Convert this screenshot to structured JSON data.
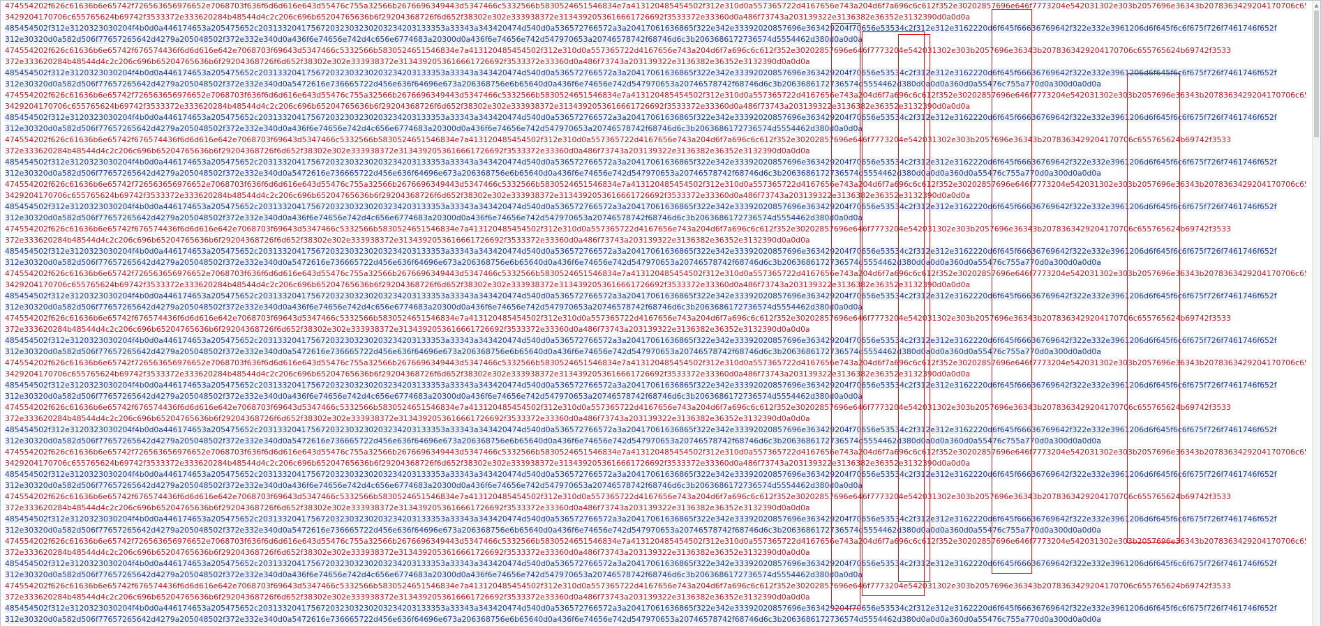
{
  "lines": [
    {
      "color": "red",
      "text": "474554202f626c61636b6e65742f726563656976652e7068703f636f6d6d616e643d55476c755a32566b2676696349443d5347466c5332566b5830524651546834e7a413120485454502f312e310d0a557365722d4167656e743a204d6f7a696c6c612f352e30202857696e646f7773204e542031302e303b2057696e36343b2078363429204170706c655765624b69742f3533"
    },
    {
      "color": "red",
      "text": "3429204170706c655765624b69742f3533372e333620284b48544d4c2c206c696b65204765636b6f29204368726f6d652f38302e302e333938372e3134392053616661726692f3533372e33360d0a486f73743a203139322e3136382e36352e3132390d0a0d0a"
    },
    {
      "color": "blue",
      "text": "485454502f312e3120323030204f4b0d0a446174653a205475652c203133204175672032303230203234203133353a33343a343420474d540d0a536572766572a3a20417061636865f322e342e33392020857696e363429204f70656e53534c2f312e312e3162220d6f645f66636769642f322e332e3961206d6f645f6c6f675f726f7461746f652f"
    },
    {
      "color": "blue",
      "text": "312e30320d0a582d506f77657265642d4279a205048502f372e332e340d0a436f6e74656e742d4c656e6774683a20300d0a436f6e74656e742d547970653a20746578742f68746d6c3b2063686172736574d5554462d380d0a0d0a"
    },
    {
      "color": "red",
      "text": "474554202f626c61636b6e65742f676574436f6d6d616e642e7068703f69643d5347466c5332566b5830524651546834e7a413120485454502f312e310d0a557365722d4167656e743a204d6f7a696c6c612f352e30202857696e646f7773204e542031302e303b2057696e36343b2078363429204170706c655765624b69742f3533"
    },
    {
      "color": "red",
      "text": "372e333620284b48544d4c2c206c696b65204765636b6f29204368726f6d652f38302e302e333938372e3134392053616661726692f3533372e33360d0a486f73743a203139322e3136382e36352e3132390d0a0d0a"
    },
    {
      "color": "blue",
      "text": "485454502f312e3120323030204f4b0d0a446174653a205475652c203133204175672032303230203234203133353a33343a343420474d540d0a536572766572a3a20417061636865f322e342e33392020857696e363429204f70656e53534c2f312e312e3162220d6f645f66636769642f322e332e3961206d6f645f6c6f675f726f7461746f652f"
    },
    {
      "color": "blue",
      "text": "312e30320d0a582d506f77657265642d4279a205048502f372e332e340d0a5472616e736665722d456e636f64696e673a206368756e6b65640d0a436f6e74656e742d547970653a20746578742f68746d6c3b2063686172736574d5554462d380d0a0d0a360d0a55476c755a770d0a300d0a0d0a"
    },
    {
      "color": "red",
      "text": "474554202f626c61636b6e65742f726563656976652e7068703f636f6d6d616e643d55476c755a32566b2676696349443d5347466c5332566b5830524651546834e7a413120485454502f312e310d0a557365722d4167656e743a204d6f7a696c6c612f352e30202857696e646f7773204e542031302e303b2057696e36343b2078363429204170706c655765624b69742f3533"
    },
    {
      "color": "red",
      "text": "3429204170706c655765624b69742f3533372e333620284b48544d4c2c206c696b65204765636b6f29204368726f6d652f38302e302e333938372e3134392053616661726692f3533372e33360d0a486f73743a203139322e3136382e36352e3132390d0a0d0a"
    },
    {
      "color": "blue",
      "text": "485454502f312e3120323030204f4b0d0a446174653a205475652c203133204175672032303230203234203133353a33343a343420474d540d0a536572766572a3a20417061636865f322e342e33392020857696e363429204f70656e53534c2f312e312e3162220d6f645f66636769642f322e332e3961206d6f645f6c6f675f726f7461746f652f"
    },
    {
      "color": "blue",
      "text": "312e30320d0a582d506f77657265642d4279a205048502f372e332e340d0a436f6e74656e742d4c656e6774683a20300d0a436f6e74656e742d547970653a20746578742f68746d6c3b2063686172736574d5554462d380d0a0d0a"
    },
    {
      "color": "red",
      "text": "474554202f626c61636b6e65742f676574436f6d6d616e642e7068703f69643d5347466c5332566b5830524651546834e7a413120485454502f312e310d0a557365722d4167656e743a204d6f7a696c6c612f352e30202857696e646f7773204e542031302e303b2057696e36343b2078363429204170706c655765624b69742f3533"
    },
    {
      "color": "red",
      "text": "372e333620284b48544d4c2c206c696b65204765636b6f29204368726f6d652f38302e302e333938372e3134392053616661726692f3533372e33360d0a486f73743a203139322e3136382e36352e3132390d0a0d0a"
    },
    {
      "color": "blue",
      "text": "485454502f312e3120323030204f4b0d0a446174653a205475652c203133204175672032303230203234203133353a33343a343420474d540d0a536572766572a3a20417061636865f322e342e33392020857696e363429204f70656e53534c2f312e312e3162220d6f645f66636769642f322e332e3961206d6f645f6c6f675f726f7461746f652f"
    },
    {
      "color": "blue",
      "text": "312e30320d0a582d506f77657265642d4279a205048502f372e332e340d0a5472616e736665722d456e636f64696e673a206368756e6b65640d0a436f6e74656e742d547970653a20746578742f68746d6c3b2063686172736574d5554462d380d0a0d0a360d0a55476c755a770d0a300d0a0d0a"
    },
    {
      "color": "red",
      "text": "474554202f626c61636b6e65742f726563656976652e7068703f636f6d6d616e643d55476c755a32566b2676696349443d5347466c5332566b5830524651546834e7a413120485454502f312e310d0a557365722d4167656e743a204d6f7a696c6c612f352e30202857696e646f7773204e542031302e303b2057696e36343b2078363429204170706c655765624b69742f3533"
    },
    {
      "color": "red",
      "text": "3429204170706c655765624b69742f3533372e333620284b48544d4c2c206c696b65204765636b6f29204368726f6d652f38302e302e333938372e3134392053616661726692f3533372e33360d0a486f73743a203139322e3136382e36352e3132390d0a0d0a"
    },
    {
      "color": "blue",
      "text": "485454502f312e3120323030204f4b0d0a446174653a205475652c203133204175672032303230203234203133353a33343a343420474d540d0a536572766572a3a20417061636865f322e342e33392020857696e363429204f70656e53534c2f312e312e3162220d6f645f66636769642f322e332e3961206d6f645f6c6f675f726f7461746f652f"
    },
    {
      "color": "blue",
      "text": "312e30320d0a582d506f77657265642d4279a205048502f372e332e340d0a436f6e74656e742d4c656e6774683a20300d0a436f6e74656e742d547970653a20746578742f68746d6c3b2063686172736574d5554462d380d0a0d0a"
    },
    {
      "color": "red",
      "text": "474554202f626c61636b6e65742f676574436f6d6d616e642e7068703f69643d5347466c5332566b5830524651546834e7a413120485454502f312e310d0a557365722d4167656e743a204d6f7a696c6c612f352e30202857696e646f7773204e542031302e303b2057696e36343b2078363429204170706c655765624b69742f3533"
    },
    {
      "color": "red",
      "text": "372e333620284b48544d4c2c206c696b65204765636b6f29204368726f6d652f38302e302e333938372e3134392053616661726692f3533372e33360d0a486f73743a203139322e3136382e36352e3132390d0a0d0a"
    },
    {
      "color": "blue",
      "text": "485454502f312e3120323030204f4b0d0a446174653a205475652c203133204175672032303230203234203133353a33343a343420474d540d0a536572766572a3a20417061636865f322e342e33392020857696e363429204f70656e53534c2f312e312e3162220d6f645f66636769642f322e332e3961206d6f645f6c6f675f726f7461746f652f"
    },
    {
      "color": "blue",
      "text": "312e30320d0a582d506f77657265642d4279a205048502f372e332e340d0a5472616e736665722d456e636f64696e673a206368756e6b65640d0a436f6e74656e742d547970653a20746578742f68746d6c3b2063686172736574d5554462d380d0a0d0a360d0a55476c755a770d0a300d0a0d0a"
    },
    {
      "color": "red",
      "text": "474554202f626c61636b6e65742f726563656976652e7068703f636f6d6d616e643d55476c755a32566b2676696349443d5347466c5332566b5830524651546834e7a413120485454502f312e310d0a557365722d4167656e743a204d6f7a696c6c612f352e30202857696e646f7773204e542031302e303b2057696e36343b2078363429204170706c655765624b69742f3533"
    },
    {
      "color": "red",
      "text": "3429204170706c655765624b69742f3533372e333620284b48544d4c2c206c696b65204765636b6f29204368726f6d652f38302e302e333938372e3134392053616661726692f3533372e33360d0a486f73743a203139322e3136382e36352e3132390d0a0d0a"
    },
    {
      "color": "blue",
      "text": "485454502f312e3120323030204f4b0d0a446174653a205475652c203133204175672032303230203234203133353a33343a343420474d540d0a536572766572a3a20417061636865f322e342e33392020857696e363429204f70656e53534c2f312e312e3162220d6f645f66636769642f322e332e3961206d6f645f6c6f675f726f7461746f652f"
    },
    {
      "color": "blue",
      "text": "312e30320d0a582d506f77657265642d4279a205048502f372e332e340d0a436f6e74656e742d4c656e6774683a20300d0a436f6e74656e742d547970653a20746578742f68746d6c3b2063686172736574d5554462d380d0a0d0a"
    },
    {
      "color": "red",
      "text": "474554202f626c61636b6e65742f676574436f6d6d616e642e7068703f69643d5347466c5332566b5830524651546834e7a413120485454502f312e310d0a557365722d4167656e743a204d6f7a696c6c612f352e30202857696e646f7773204e542031302e303b2057696e36343b2078363429204170706c655765624b69742f3533"
    },
    {
      "color": "red",
      "text": "372e333620284b48544d4c2c206c696b65204765636b6f29204368726f6d652f38302e302e333938372e3134392053616661726692f3533372e33360d0a486f73743a203139322e3136382e36352e3132390d0a0d0a"
    },
    {
      "color": "blue",
      "text": "485454502f312e3120323030204f4b0d0a446174653a205475652c203133204175672032303230203234203133353a33343a343420474d540d0a536572766572a3a20417061636865f322e342e33392020857696e363429204f70656e53534c2f312e312e3162220d6f645f66636769642f322e332e3961206d6f645f6c6f675f726f7461746f652f"
    },
    {
      "color": "blue",
      "text": "312e30320d0a582d506f77657265642d4279a205048502f372e332e340d0a5472616e736665722d456e636f64696e673a206368756e6b65640d0a436f6e74656e742d547970653a20746578742f68746d6c3b2063686172736574d5554462d380d0a0d0a360d0a55476c755a770d0a300d0a0d0a"
    },
    {
      "color": "red",
      "text": "474554202f626c61636b6e65742f726563656976652e7068703f636f6d6d616e643d55476c755a32566b2676696349443d5347466c5332566b5830524651546834e7a413120485454502f312e310d0a557365722d4167656e743a204d6f7a696c6c612f352e30202857696e646f7773204e542031302e303b2057696e36343b2078363429204170706c655765624b69742f3533"
    },
    {
      "color": "red",
      "text": "3429204170706c655765624b69742f3533372e333620284b48544d4c2c206c696b65204765636b6f29204368726f6d652f38302e302e333938372e3134392053616661726692f3533372e33360d0a486f73743a203139322e3136382e36352e3132390d0a0d0a"
    },
    {
      "color": "blue",
      "text": "485454502f312e3120323030204f4b0d0a446174653a205475652c203133204175672032303230203234203133353a33343a343420474d540d0a536572766572a3a20417061636865f322e342e33392020857696e363429204f70656e53534c2f312e312e3162220d6f645f66636769642f322e332e3961206d6f645f6c6f675f726f7461746f652f"
    },
    {
      "color": "blue",
      "text": "312e30320d0a582d506f77657265642d4279a205048502f372e332e340d0a436f6e74656e742d4c656e6774683a20300d0a436f6e74656e742d547970653a20746578742f68746d6c3b2063686172736574d5554462d380d0a0d0a"
    },
    {
      "color": "red",
      "text": "474554202f626c61636b6e65742f676574436f6d6d616e642e7068703f69643d5347466c5332566b5830524651546834e7a413120485454502f312e310d0a557365722d4167656e743a204d6f7a696c6c612f352e30202857696e646f7773204e542031302e303b2057696e36343b2078363429204170706c655765624b69742f3533"
    },
    {
      "color": "red",
      "text": "372e333620284b48544d4c2c206c696b65204765636b6f29204368726f6d652f38302e302e333938372e3134392053616661726692f3533372e33360d0a486f73743a203139322e3136382e36352e3132390d0a0d0a"
    },
    {
      "color": "blue",
      "text": "485454502f312e3120323030204f4b0d0a446174653a205475652c203133204175672032303230203234203133353a33343a343420474d540d0a536572766572a3a20417061636865f322e342e33392020857696e363429204f70656e53534c2f312e312e3162220d6f645f66636769642f322e332e3961206d6f645f6c6f675f726f7461746f652f"
    },
    {
      "color": "blue",
      "text": "312e30320d0a582d506f77657265642d4279a205048502f372e332e340d0a5472616e736665722d456e636f64696e673a206368756e6b65640d0a436f6e74656e742d547970653a20746578742f68746d6c3b2063686172736574d5554462d380d0a0d0a360d0a55476c755a770d0a300d0a0d0a"
    },
    {
      "color": "red",
      "text": "474554202f626c61636b6e65742f726563656976652e7068703f636f6d6d616e643d55476c755a32566b2676696349443d5347466c5332566b5830524651546834e7a413120485454502f312e310d0a557365722d4167656e743a204d6f7a696c6c612f352e30202857696e646f7773204e542031302e303b2057696e36343b2078363429204170706c655765624b69742f3533"
    },
    {
      "color": "red",
      "text": "3429204170706c655765624b69742f3533372e333620284b48544d4c2c206c696b65204765636b6f29204368726f6d652f38302e302e333938372e3134392053616661726692f3533372e33360d0a486f73743a203139322e3136382e36352e3132390d0a0d0a"
    },
    {
      "color": "blue",
      "text": "485454502f312e3120323030204f4b0d0a446174653a205475652c203133204175672032303230203234203133353a33343a343420474d540d0a536572766572a3a20417061636865f322e342e33392020857696e363429204f70656e53534c2f312e312e3162220d6f645f66636769642f322e332e3961206d6f645f6c6f675f726f7461746f652f"
    },
    {
      "color": "blue",
      "text": "312e30320d0a582d506f77657265642d4279a205048502f372e332e340d0a436f6e74656e742d4c656e6774683a20300d0a436f6e74656e742d547970653a20746578742f68746d6c3b2063686172736574d5554462d380d0a0d0a"
    },
    {
      "color": "red",
      "text": "474554202f626c61636b6e65742f676574436f6d6d616e642e7068703f69643d5347466c5332566b5830524651546834e7a413120485454502f312e310d0a557365722d4167656e743a204d6f7a696c6c612f352e30202857696e646f7773204e542031302e303b2057696e36343b2078363429204170706c655765624b69742f3533"
    },
    {
      "color": "red",
      "text": "372e333620284b48544d4c2c206c696b65204765636b6f29204368726f6d652f38302e302e333938372e3134392053616661726692f3533372e33360d0a486f73743a203139322e3136382e36352e3132390d0a0d0a"
    },
    {
      "color": "blue",
      "text": "485454502f312e3120323030204f4b0d0a446174653a205475652c203133204175672032303230203234203133353a33343a343420474d540d0a536572766572a3a20417061636865f322e342e33392020857696e363429204f70656e53534c2f312e312e3162220d6f645f66636769642f322e332e3961206d6f645f6c6f675f726f7461746f652f"
    },
    {
      "color": "blue",
      "text": "312e30320d0a582d506f77657265642d4279a205048502f372e332e340d0a5472616e736665722d456e636f64696e673a206368756e6b65640d0a436f6e74656e742d547970653a20746578742f68746d6c3b2063686172736574d5554462d380d0a0d0a360d0a55476c755a770d0a300d0a0d0a"
    },
    {
      "color": "red",
      "text": "474554202f626c61636b6e65742f726563656976652e7068703f636f6d6d616e643d55476c755a32566b2676696349443d5347466c5332566b5830524651546834e7a413120485454502f312e310d0a557365722d4167656e743a204d6f7a696c6c612f352e30202857696e646f7773204e542031302e303b2057696e36343b2078363429204170706c655765624b69742f3533"
    },
    {
      "color": "red",
      "text": "372e333620284b48544d4c2c206c696b65204765636b6f29204368726f6d652f38302e302e333938372e3134392053616661726692f3533372e33360d0a486f73743a203139322e3136382e36352e3132390d0a0d0a"
    },
    {
      "color": "blue",
      "text": "485454502f312e3120323030204f4b0d0a446174653a205475652c203133204175672032303230203234203133353a33343a343420474d540d0a536572766572a3a20417061636865f322e342e33392020857696e363429204f70656e53534c2f312e312e3162220d6f645f66636769642f322e332e3961206d6f645f6c6f675f726f7461746f652f"
    },
    {
      "color": "blue",
      "text": "312e30320d0a582d506f77657265642d4279a205048502f372e332e340d0a436f6e74656e742d4c656e6774683a20300d0a436f6e74656e742d547970653a20746578742f68746d6c3b2063686172736574d5554462d380d0a0d0a"
    },
    {
      "color": "red",
      "text": "474554202f626c61636b6e65742f676574436f6d6d616e642e7068703f69643d5347466c5332566b5830524651546834e7a413120485454502f312e310d0a557365722d4167656e743a204d6f7a696c6c612f352e30202857696e646f7773204e542031302e303b2057696e36343b2078363429204170706c655765624b69742f3533"
    },
    {
      "color": "red",
      "text": "372e333620284b48544d4c2c206c696b65204765636b6f29204368726f6d652f38302e302e333938372e3134392053616661726692f3533372e33360d0a486f73743a203139322e3136382e36352e3132390d0a0d0a"
    },
    {
      "color": "blue",
      "text": "485454502f312e3120323030204f4b0d0a446174653a205475652c203133204175672032303230203234203133353a33343a343420474d540d0a536572766572a3a20417061636865f322e342e33392020857696e363429204f70656e53534c2f312e312e3162220d6f645f66636769642f322e332e3961206d6f645f6c6f675f726f7461746f652f"
    },
    {
      "color": "blue",
      "text": "312e30320d0a582d506f77657265642d4279a205048502f372e332e340d0a5472616e736665722d456e636f64696e673a206368756e6b65640d0a436f6e74656e742d547970653a20746578742f68746d6c3b2063686172736574d5554462d380d0a0d0a360d0a55476c755a770d0a300d0a0d0a"
    }
  ],
  "colors": {
    "request_text": "#c0141e",
    "response_text": "#1e3c96",
    "highlight_border": "#e01818"
  },
  "icons": {
    "scroll_up": "arrow-up-icon"
  }
}
